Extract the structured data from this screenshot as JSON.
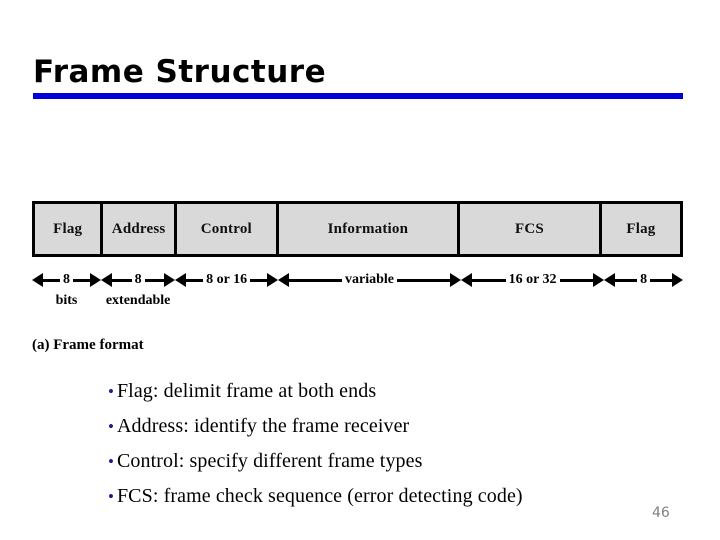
{
  "slide": {
    "title": "Frame Structure",
    "accent_color": "#0000d8",
    "page_number": "46"
  },
  "diagram": {
    "caption": "(a) Frame format",
    "cell_fill_color": "#d9d9da",
    "fields": [
      {
        "label": "Flag",
        "width_pct": 10.6,
        "size": "8",
        "note": "bits"
      },
      {
        "label": "Address",
        "width_pct": 11.4,
        "size": "8",
        "note": "extendable"
      },
      {
        "label": "Control",
        "width_pct": 15.8,
        "size": "8 or 16",
        "note": ""
      },
      {
        "label": "Information",
        "width_pct": 28.1,
        "size": "variable",
        "note": ""
      },
      {
        "label": "FCS",
        "width_pct": 22.0,
        "size": "16 or 32",
        "note": ""
      },
      {
        "label": "Flag",
        "width_pct": 12.1,
        "size": "8",
        "note": ""
      }
    ]
  },
  "bullets": {
    "marker": "•",
    "marker_color": "#1b1b8f",
    "items": [
      "Flag: delimit frame at both ends",
      "Address: identify the frame receiver",
      "Control: specify different frame types",
      "FCS: frame check sequence (error detecting code)"
    ]
  }
}
